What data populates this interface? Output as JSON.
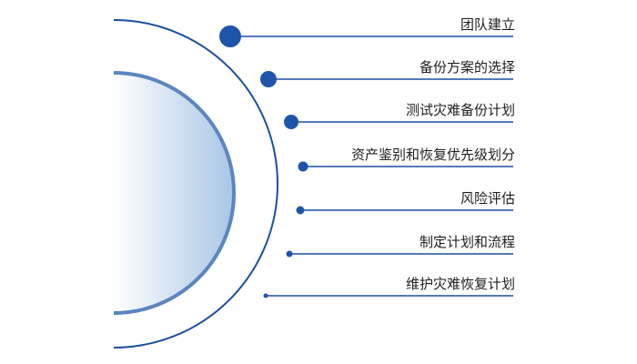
{
  "steps": [
    {
      "label": "团队建立"
    },
    {
      "label": "备份方案的选择"
    },
    {
      "label": "测试灾难备份计划"
    },
    {
      "label": "资产鉴别和恢复优先级划分"
    },
    {
      "label": "风险评估"
    },
    {
      "label": "制定计划和流程"
    },
    {
      "label": "维护灾难恢复计划"
    }
  ],
  "colors": {
    "line": "#1c4f9f",
    "dot": "#1f55a8",
    "ring": "#5b86c0",
    "fill_light": "#ffffff",
    "fill_dark": "#a9c6e6"
  }
}
